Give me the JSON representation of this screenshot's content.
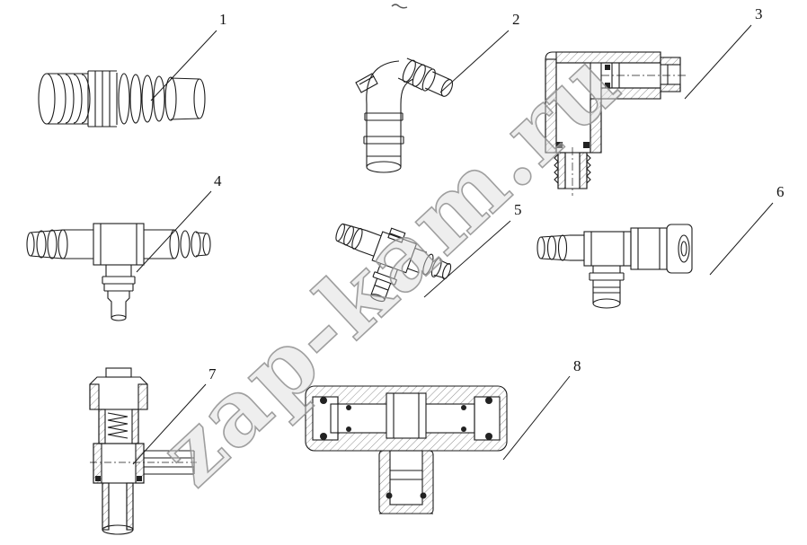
{
  "diagram": {
    "watermark": "zap-kam.ru",
    "labels": [
      "1",
      "2",
      "3",
      "4",
      "5",
      "6",
      "7",
      "8"
    ],
    "line_color": "#1b1b1b",
    "watermark_color": "#9a9a9a"
  }
}
